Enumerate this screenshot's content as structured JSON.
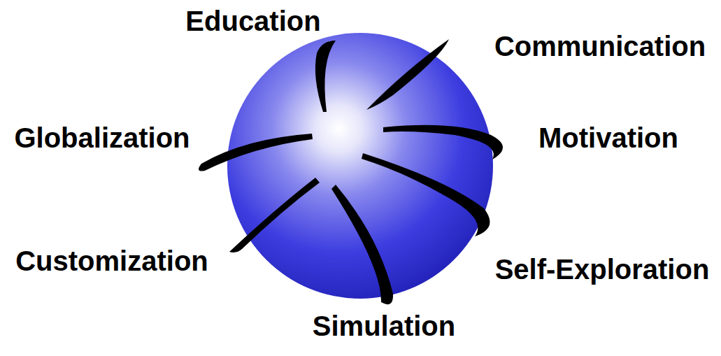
{
  "diagram": {
    "labels": [
      "Education",
      "Communication",
      "Globalization",
      "Motivation",
      "Customization",
      "Self-Exploration",
      "Simulation"
    ]
  }
}
